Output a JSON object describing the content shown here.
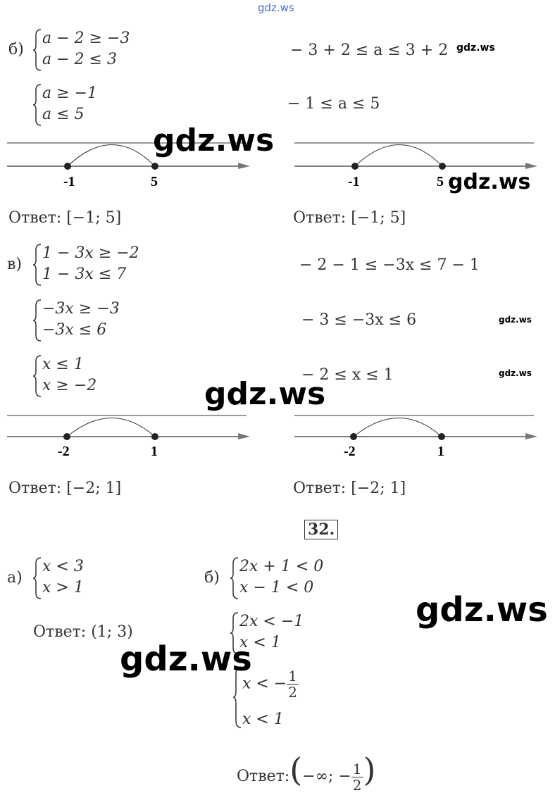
{
  "watermark_top": "gdz.ws",
  "watermark": "gdz.ws",
  "part_b": {
    "label": "б)",
    "system1": [
      "a − 2 ≥ −3",
      "a − 2 ≤ 3"
    ],
    "double1": "− 3 + 2 ≤ a ≤ 3 + 2",
    "system2": [
      "a ≥ −1",
      "a ≤ 5"
    ],
    "double2": "− 1 ≤ a ≤ 5",
    "numberline": {
      "left_point": "-1",
      "right_point": "5"
    },
    "answer": "Ответ: [−1; 5]"
  },
  "part_v": {
    "label": "в)",
    "system1": [
      "1 − 3x ≥ −2",
      "1 − 3x ≤ 7"
    ],
    "double1": "− 2 − 1 ≤ −3x ≤ 7 − 1",
    "system2": [
      "−3x ≥ −3",
      "−3x ≤ 6"
    ],
    "double2": "− 3 ≤ −3x ≤ 6",
    "system3": [
      "x ≤ 1",
      "x ≥ −2"
    ],
    "double3": "− 2 ≤ x ≤ 1",
    "numberline": {
      "left_point": "-2",
      "right_point": "1"
    },
    "answer": "Ответ: [−2; 1]"
  },
  "problem_number": "32.",
  "p32_a": {
    "label": "а)",
    "system": [
      "x < 3",
      "x > 1"
    ],
    "answer": "Ответ: (1; 3)"
  },
  "p32_b": {
    "label": "б)",
    "system1": [
      "2x + 1 < 0",
      "x − 1 < 0"
    ],
    "system2": [
      "2x < −1",
      "x < 1"
    ],
    "system3_first_prefix": "x < −",
    "frac_num": "1",
    "frac_den": "2",
    "system3_second": "x < 1",
    "answer_prefix": "Ответ:",
    "answer_open": "(",
    "answer_mid": "−∞;  −",
    "answer_close": ")"
  }
}
